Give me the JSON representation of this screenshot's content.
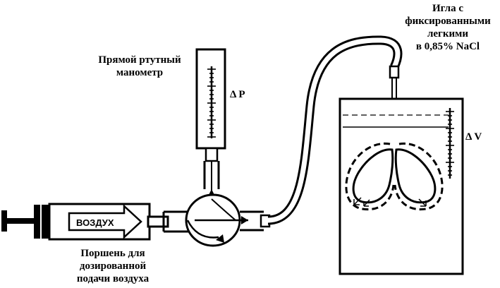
{
  "labels": {
    "manometer": [
      "Прямой ртутный",
      "манометр"
    ],
    "delta_p": "Δ P",
    "needle": [
      "Игла с",
      "фиксированными",
      "легкими",
      "в 0,85% NaCl"
    ],
    "delta_v": "Δ V",
    "piston": [
      "Поршень для",
      "дозированной",
      "подачи воздуха"
    ],
    "air": "ВОЗДУХ"
  },
  "colors": {
    "ink": "#000000",
    "paper": "#ffffff"
  }
}
